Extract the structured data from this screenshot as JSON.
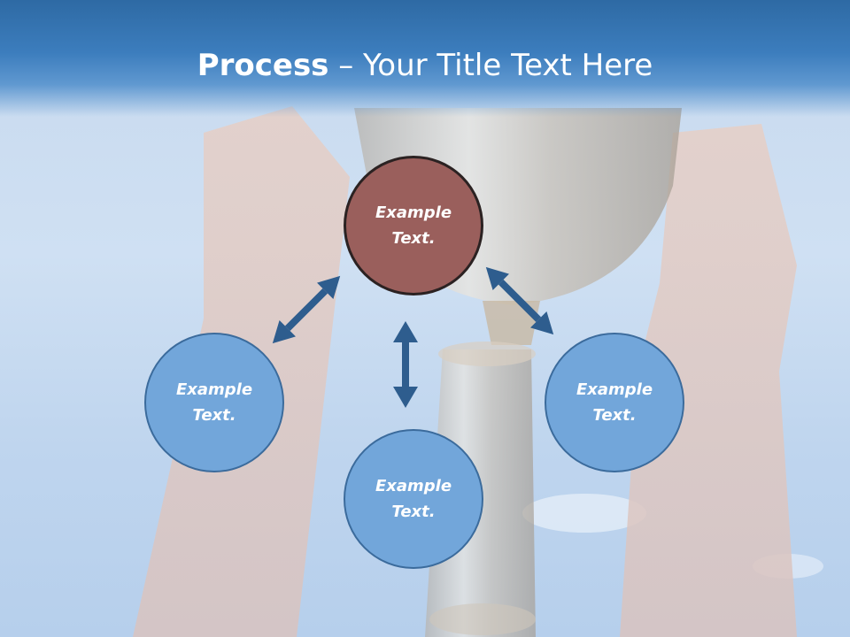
{
  "title": {
    "bold": "Process",
    "rest": " – Your Title Text Here"
  },
  "nodes": {
    "top": "Example\nText.",
    "left": "Example\nText.",
    "right": "Example\nText.",
    "bottom": "Example\nText."
  },
  "colors": {
    "accent_blue": "#72a6da",
    "highlight_red": "#9a5f5c",
    "arrow": "#2e5d8e",
    "title_bar": "#3c7dbd"
  }
}
